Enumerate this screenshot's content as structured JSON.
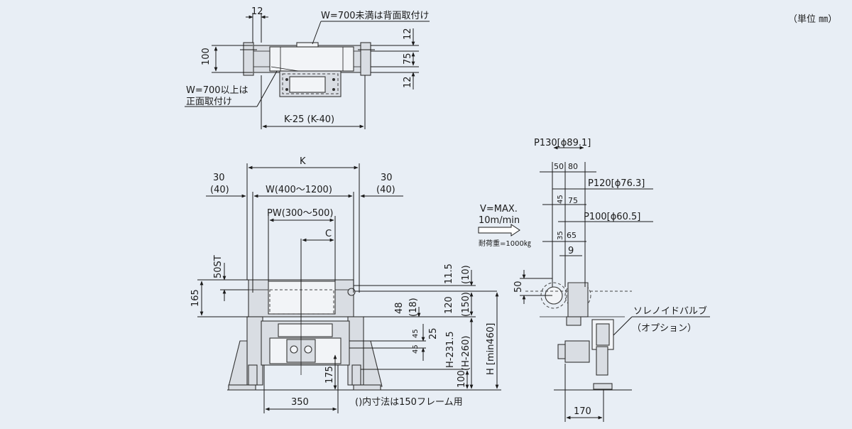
{
  "unit_note": "（単位 ㎜）",
  "top_view": {
    "dim_12_left": "12",
    "note_back_mount": "W=700未満は背面取付け",
    "dim_12_top": "12",
    "dim_75": "75",
    "dim_12_bottom": "12",
    "dim_100": "100",
    "note_front_mount_1": "W=700以上は",
    "note_front_mount_2": "正面取付け",
    "dim_k25": "K-25 (K-40)"
  },
  "front_view": {
    "dim_k": "K",
    "dim_30_left": "30",
    "dim_40_left": "(40)",
    "dim_w": "W(400～1200)",
    "dim_30_right": "30",
    "dim_40_right": "(40)",
    "dim_pw": "PW(300～500)",
    "dim_c": "C",
    "dim_50st": "50ST",
    "dim_165": "165",
    "dim_11_5": "11.5",
    "dim_10": "(10)",
    "dim_48": "48",
    "dim_18": "(18)",
    "dim_120": "120",
    "dim_150": "(150)",
    "dim_25": "25",
    "dim_45a": "45",
    "dim_45b": "45",
    "dim_h2315": "H-231.5",
    "dim_h260": "(H-260)",
    "dim_h": "H [min460]",
    "dim_175": "175",
    "dim_100": "100",
    "dim_350": "350",
    "note_frame": "()内寸法は150フレーム用"
  },
  "speed_note": {
    "line1": "V=MAX.",
    "line2": "10m/min",
    "load": "耐荷重=1000㎏"
  },
  "side_view": {
    "p130": "P130[ϕ89.1]",
    "d50": "50",
    "d80": "80",
    "p120": "P120[ϕ76.3]",
    "d45": "45",
    "d75": "75",
    "p100": "P100[ϕ60.5]",
    "d35": "35",
    "d65": "65",
    "d9": "9",
    "d50_left": "50",
    "solenoid_1": "ソレノイドバルブ",
    "solenoid_2": "（オプション）",
    "d170": "170"
  }
}
